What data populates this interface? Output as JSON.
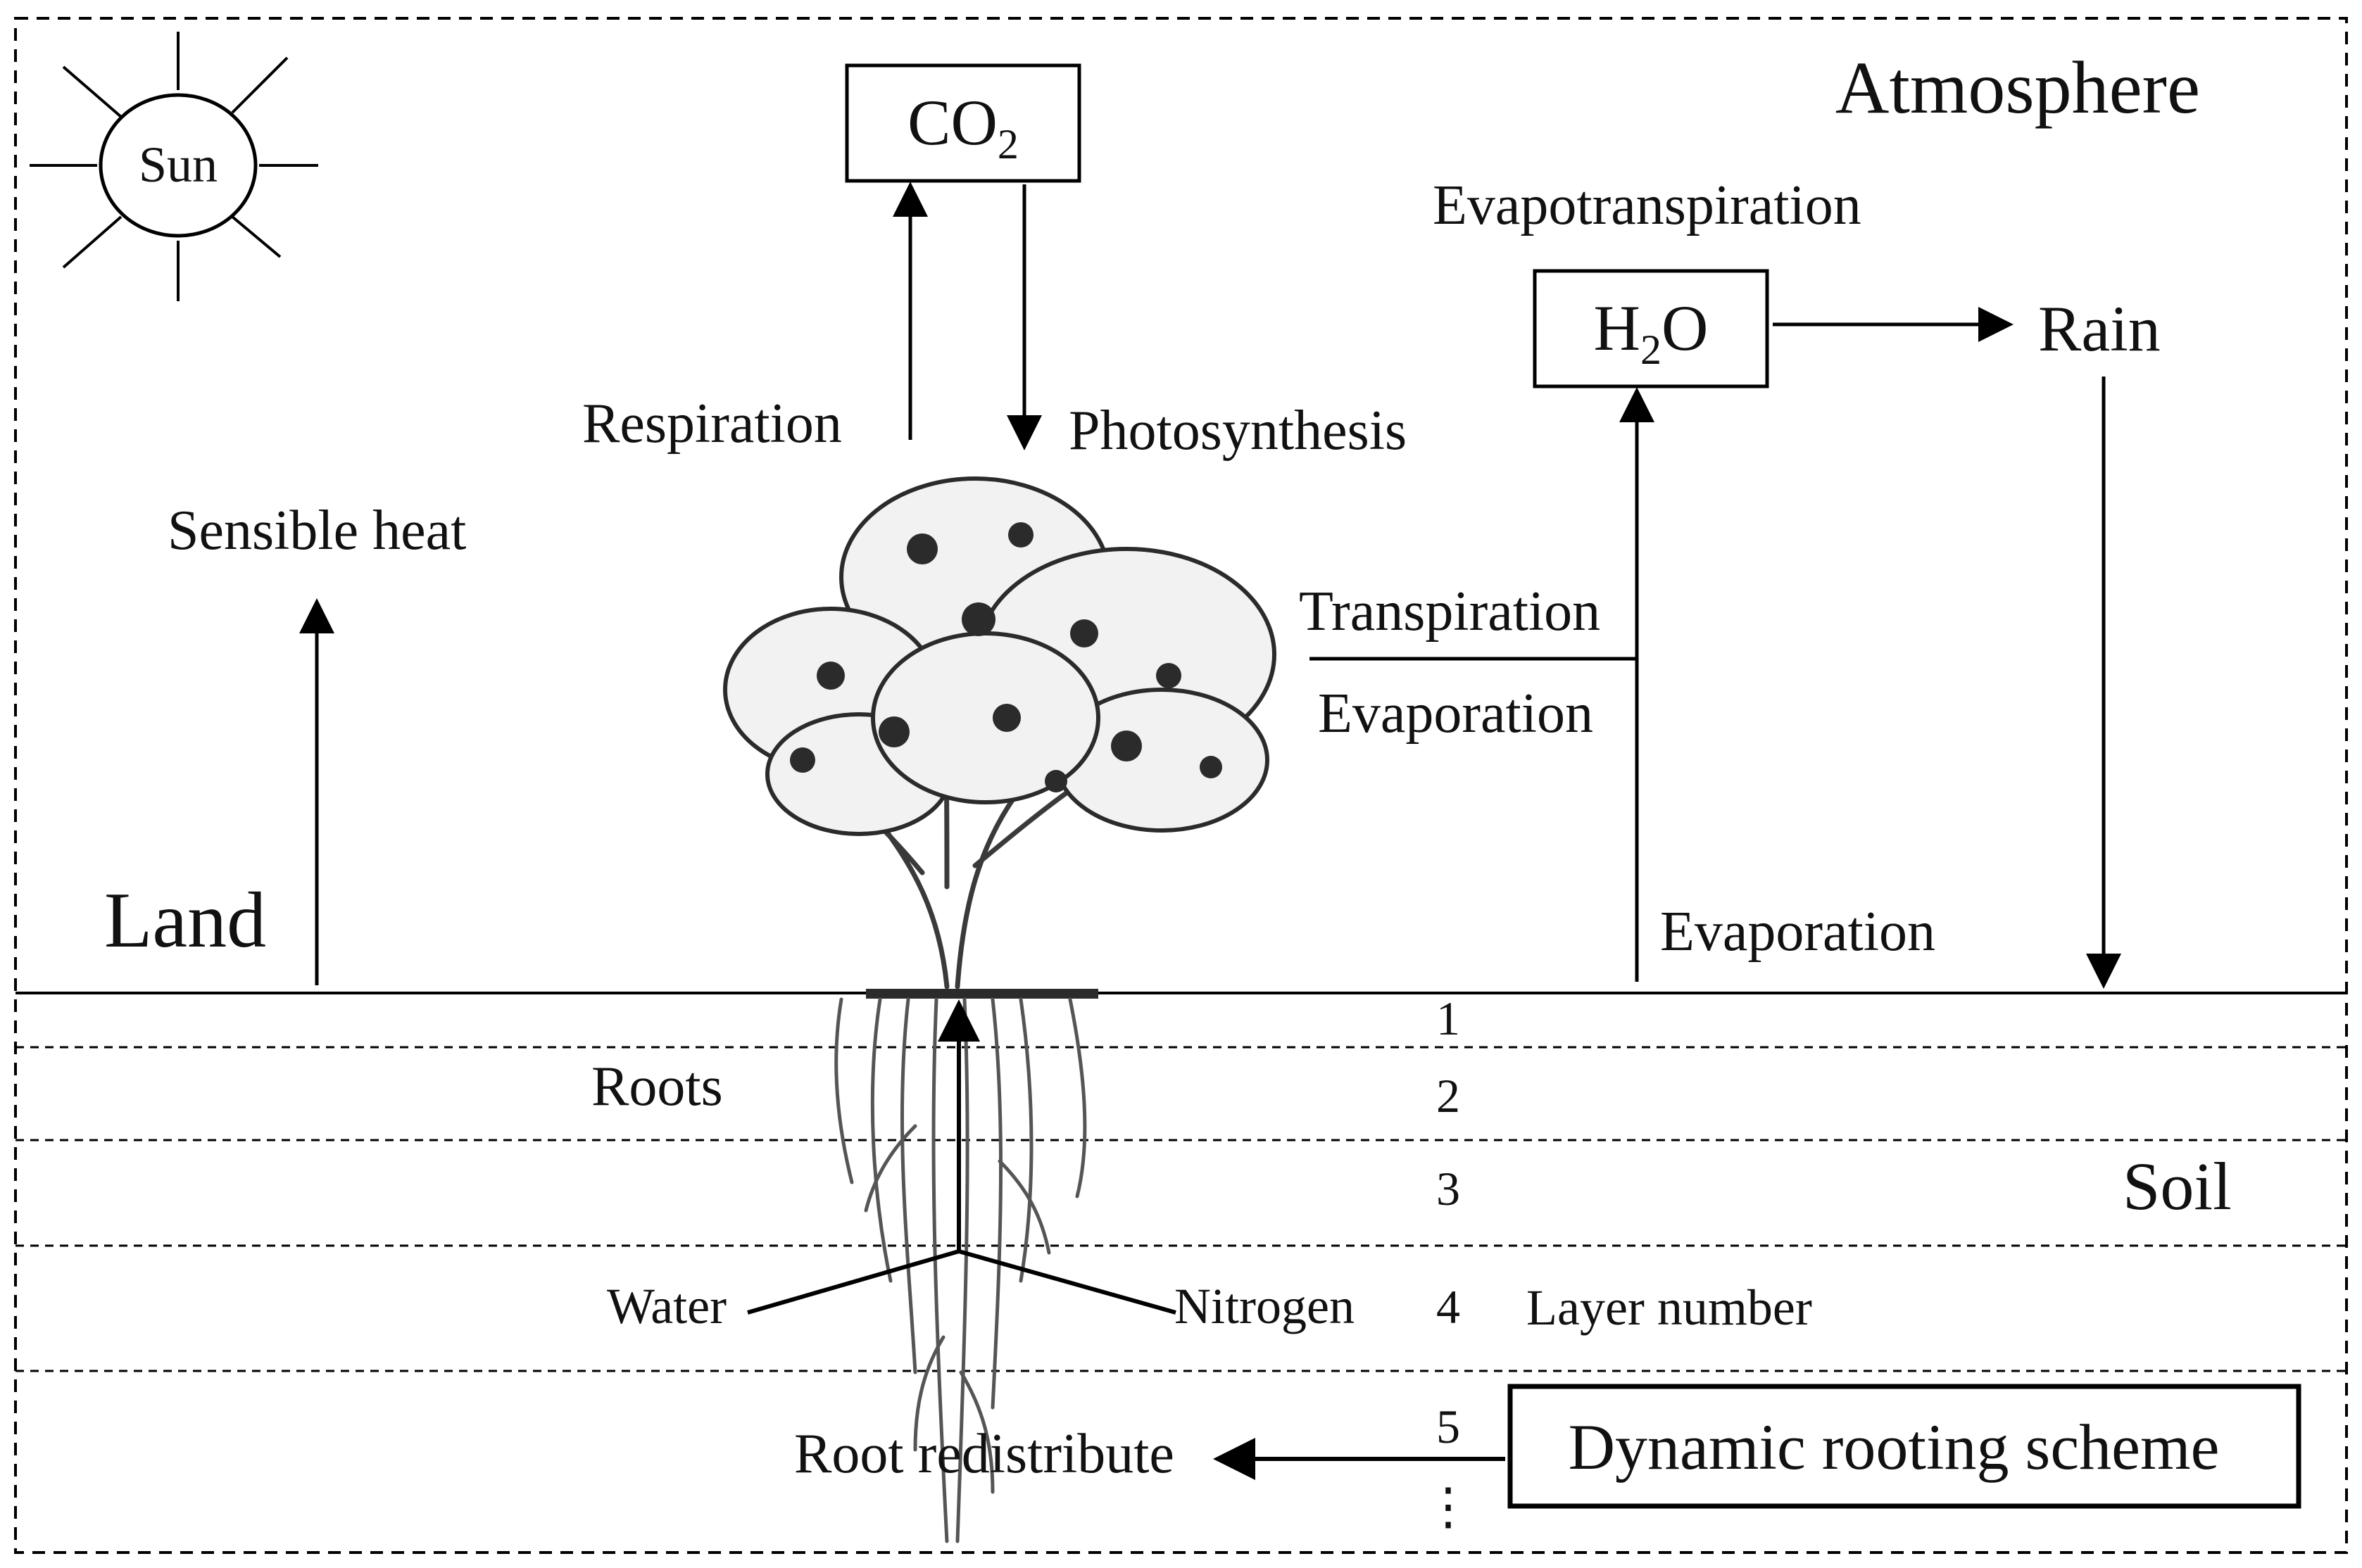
{
  "atmosphere_label": "Atmosphere",
  "land_label": "Land",
  "soil_label": "Soil",
  "sun_label": "Sun",
  "co2": {
    "main": "CO",
    "sub": "2"
  },
  "h2o": {
    "pre": "H",
    "sub": "2",
    "post": "O"
  },
  "labels": {
    "respiration": "Respiration",
    "photosynthesis": "Photosynthesis",
    "evapotranspiration": "Evapotranspiration",
    "rain": "Rain",
    "sensible_heat": "Sensible heat",
    "transpiration": "Transpiration",
    "evaporation_canopy": "Evaporation",
    "evaporation_soil": "Evaporation",
    "roots": "Roots",
    "water": "Water",
    "nitrogen": "Nitrogen",
    "layer_number": "Layer number",
    "root_redistribute": "Root redistribute",
    "dynamic_rooting_scheme": "Dynamic rooting scheme",
    "ellipsis": "⋮"
  },
  "soil_layers": [
    "1",
    "2",
    "3",
    "4",
    "5"
  ],
  "colors": {
    "line": "#000000",
    "text": "#111111",
    "background": "#ffffff",
    "plant": "#3a3a3a"
  }
}
